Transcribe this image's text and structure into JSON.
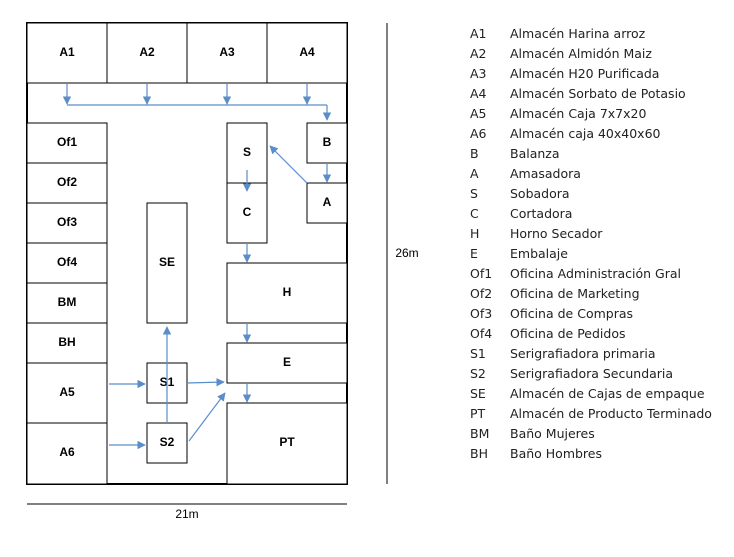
{
  "rooms": {
    "A1": "A1",
    "A2": "A2",
    "A3": "A3",
    "A4": "A4",
    "Of1": "Of1",
    "Of2": "Of2",
    "Of3": "Of3",
    "Of4": "Of4",
    "BM": "BM",
    "BH": "BH",
    "A5": "A5",
    "A6": "A6",
    "SE": "SE",
    "S1": "S1",
    "S2": "S2",
    "S": "S",
    "C": "C",
    "B": "B",
    "A": "A",
    "H": "H",
    "E": "E",
    "PT": "PT"
  },
  "dimensions": {
    "height": "26m",
    "width": "21m"
  },
  "colors": {
    "flow_arrow": "#5b8dc9"
  },
  "legend": [
    {
      "code": "A1",
      "desc": "Almacén Harina arroz"
    },
    {
      "code": "A2",
      "desc": "Almacén Almidón Maiz"
    },
    {
      "code": "A3",
      "desc": "Almacén H20 Purificada"
    },
    {
      "code": "A4",
      "desc": "Almacén Sorbato de Potasio"
    },
    {
      "code": "A5",
      "desc": "Almacén Caja 7x7x20"
    },
    {
      "code": "A6",
      "desc": "Almacén caja 40x40x60"
    },
    {
      "code": "B",
      "desc": "Balanza"
    },
    {
      "code": "A",
      "desc": "Amasadora"
    },
    {
      "code": "S",
      "desc": "Sobadora"
    },
    {
      "code": "C",
      "desc": "Cortadora"
    },
    {
      "code": "H",
      "desc": "Horno Secador"
    },
    {
      "code": "E",
      "desc": "Embalaje"
    },
    {
      "code": "Of1",
      "desc": "Oficina Administración Gral"
    },
    {
      "code": "Of2",
      "desc": "Oficina de Marketing"
    },
    {
      "code": "Of3",
      "desc": "Oficina de Compras"
    },
    {
      "code": "Of4",
      "desc": "Oficina de Pedidos"
    },
    {
      "code": "S1",
      "desc": "Serigrafiadora primaria"
    },
    {
      "code": "S2",
      "desc": "Serigrafiadora Secundaria"
    },
    {
      "code": "SE",
      "desc": "Almacén de Cajas de empaque"
    },
    {
      "code": "PT",
      "desc": "Almacén de Producto Terminado"
    },
    {
      "code": "BM",
      "desc": "Baño Mujeres"
    },
    {
      "code": "BH",
      "desc": "Baño Hombres"
    }
  ]
}
